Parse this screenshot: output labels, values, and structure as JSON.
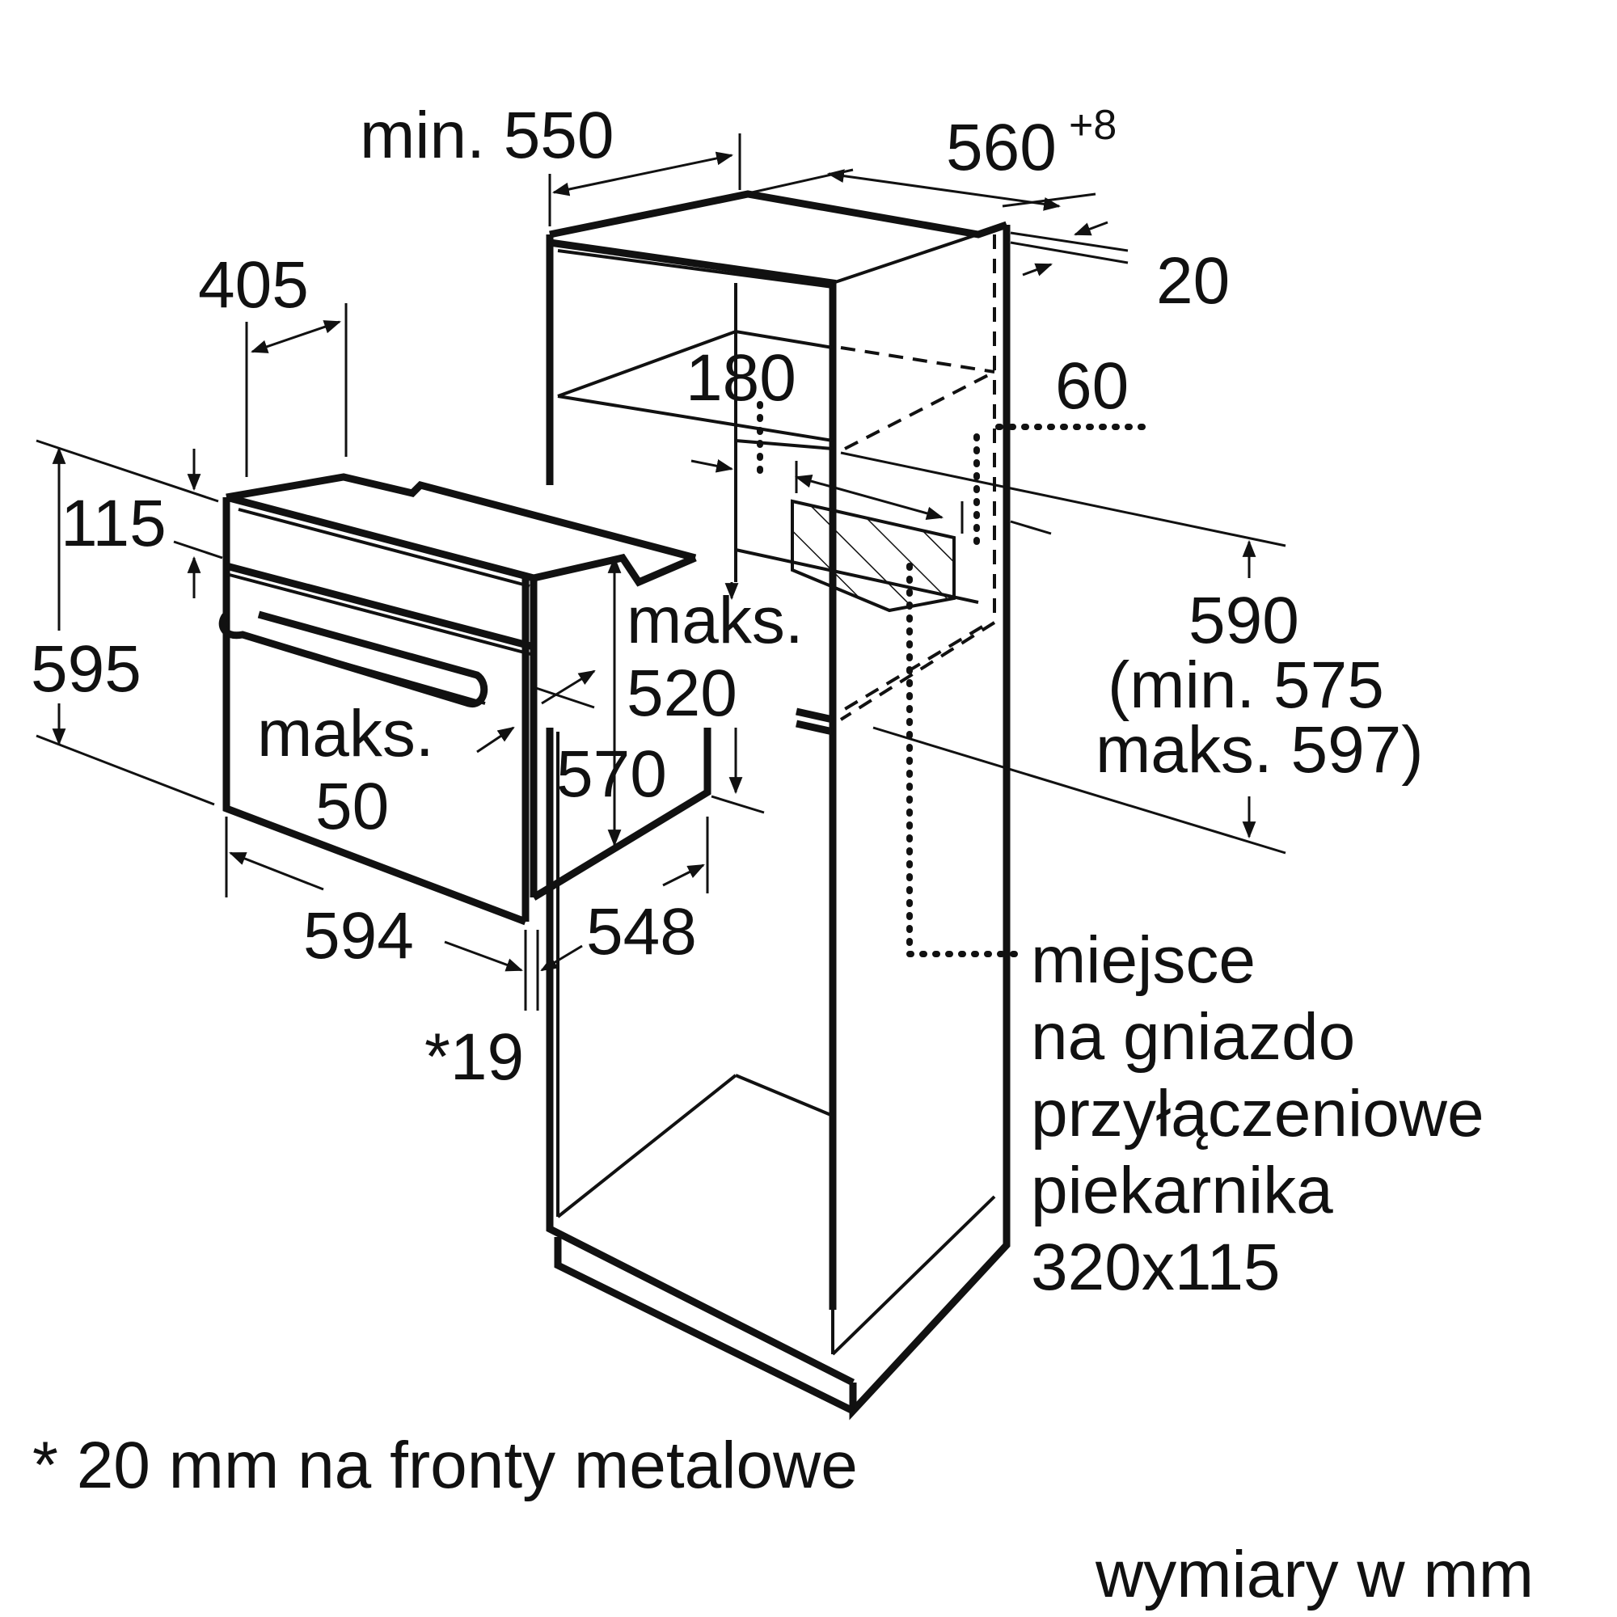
{
  "diagram": {
    "labels": {
      "min_550": "min. 550",
      "w_560": "560",
      "w_560_tol": "+8",
      "d_20": "20",
      "d_405": "405",
      "d_180": "180",
      "d_60": "60",
      "d_115": "115",
      "d_595": "595",
      "maks_520_a": "maks.",
      "maks_520_b": "520",
      "d_590": "590",
      "d_590_min": "(min. 575",
      "d_590_max": "maks. 597)",
      "maks_50_a": "maks.",
      "maks_50_b": "50",
      "d_570": "570",
      "d_594": "594",
      "d_548": "548",
      "d_19": "*19",
      "socket_1": "miejsce",
      "socket_2": "na gniazdo",
      "socket_3": "przyłączeniowe",
      "socket_4": "piekarnika",
      "socket_5": "320x115",
      "footnote": "* 20 mm na fronty metalowe",
      "units": "wymiary w mm"
    }
  }
}
